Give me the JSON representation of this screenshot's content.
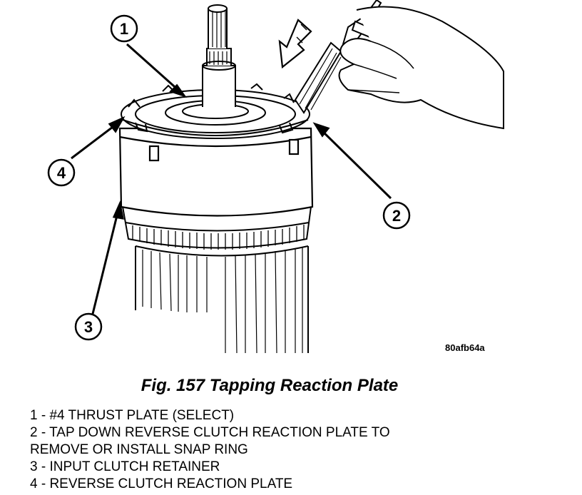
{
  "figure": {
    "code": "80afb64a",
    "caption": "Fig. 157 Tapping Reaction Plate"
  },
  "callouts": [
    {
      "number": "1"
    },
    {
      "number": "2"
    },
    {
      "number": "3"
    },
    {
      "number": "4"
    }
  ],
  "legend": [
    {
      "text": "1 - #4 THRUST PLATE (SELECT)"
    },
    {
      "text": "2 - TAP DOWN REVERSE CLUTCH REACTION PLATE TO"
    },
    {
      "text": "REMOVE OR INSTALL SNAP RING"
    },
    {
      "text": "3 - INPUT CLUTCH RETAINER"
    },
    {
      "text": "4 - REVERSE CLUTCH REACTION PLATE"
    }
  ]
}
